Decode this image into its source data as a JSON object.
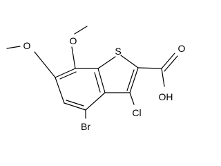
{
  "molecule": {
    "labels": {
      "s": "S",
      "oh": "OH",
      "o_carbonyl": "O",
      "cl": "Cl",
      "br": "Br",
      "o_methoxy_7": "O",
      "o_methoxy_6": "O"
    }
  }
}
